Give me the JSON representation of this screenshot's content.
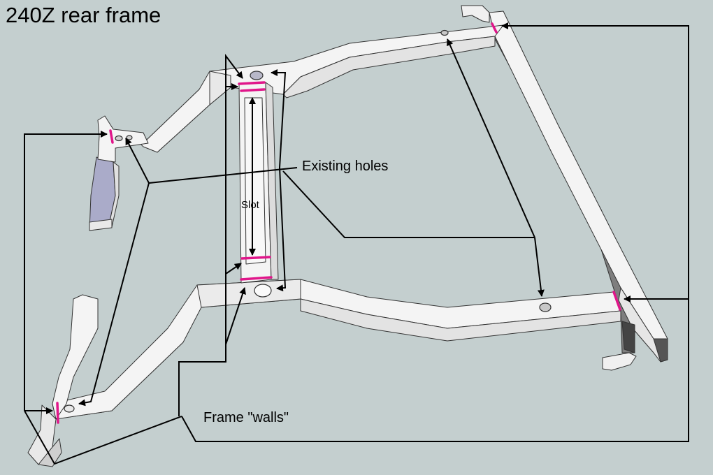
{
  "title": "240Z rear frame",
  "labels": {
    "existing_holes": "Existing holes",
    "slot": "Slot",
    "frame_walls": "Frame \"walls\""
  },
  "colors": {
    "background": "#c4cfcf",
    "frame_fill": "#f4f4f4",
    "frame_shadow": "#e3e3e3",
    "frame_inner": "#aaabc9",
    "frame_dark": "#7a7a7a",
    "outline": "#333333",
    "weld_marks": "#e0168a",
    "leader_lines": "#000000"
  }
}
